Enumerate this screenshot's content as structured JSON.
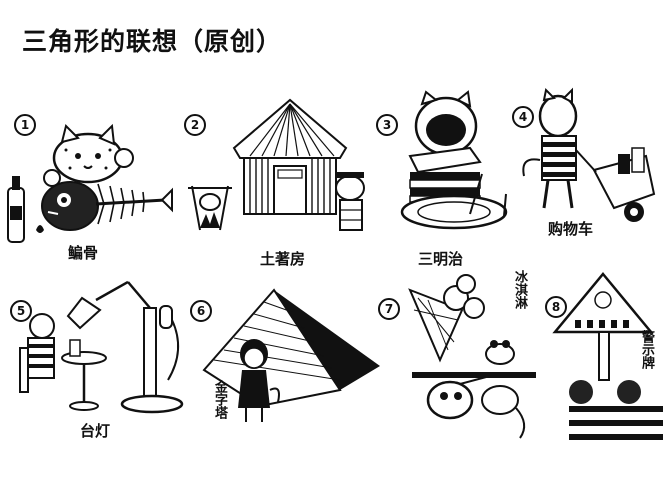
{
  "title": "三角形的联想（原创）",
  "items": [
    {
      "number": "1",
      "label": "鳊骨",
      "icon": "cat-fish-bone-icon"
    },
    {
      "number": "2",
      "label": "土著房",
      "icon": "hut-icon"
    },
    {
      "number": "3",
      "label": "三明治",
      "icon": "sandwich-icon"
    },
    {
      "number": "4",
      "label": "购物车",
      "icon": "shopping-cart-icon"
    },
    {
      "number": "5",
      "label": "台灯",
      "icon": "lamp-icon"
    },
    {
      "number": "6",
      "label": "金字塔",
      "icon": "pyramid-icon"
    },
    {
      "number": "7",
      "label": "冰淇淋",
      "icon": "ice-cream-icon"
    },
    {
      "number": "8",
      "label": "警示牌",
      "icon": "warning-sign-icon"
    }
  ]
}
